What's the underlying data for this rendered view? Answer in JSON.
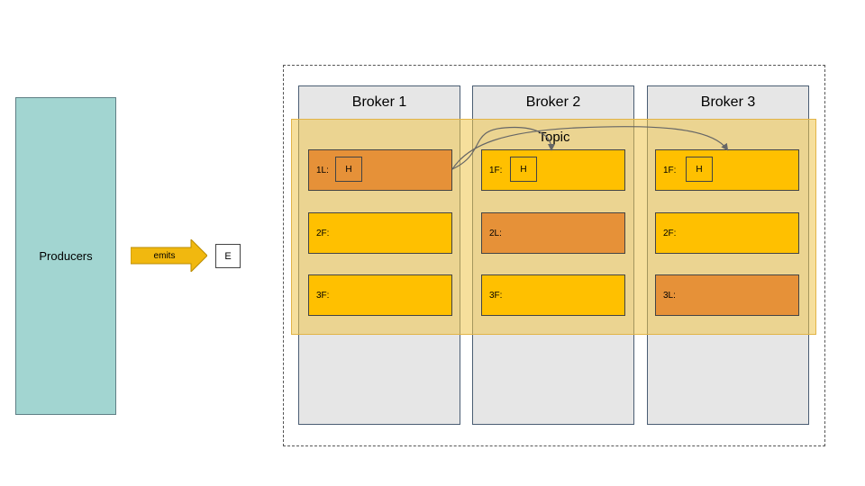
{
  "producers": {
    "label": "Producers"
  },
  "emits": {
    "label": "emits"
  },
  "event": {
    "label": "E"
  },
  "topic": {
    "label": "Topic"
  },
  "colors": {
    "producers": "#a2d5d1",
    "arrow": "#f1b80f",
    "broker_bg": "#e6e6e6",
    "topic_bg": "#efd58d",
    "leader": "#e69138",
    "follower": "#ffc000"
  },
  "brokers": [
    {
      "title": "Broker 1",
      "partitions": [
        {
          "label": "1L:",
          "role": "leader",
          "head": "H"
        },
        {
          "label": "2F:",
          "role": "follower",
          "head": ""
        },
        {
          "label": "3F:",
          "role": "follower",
          "head": ""
        }
      ]
    },
    {
      "title": "Broker 2",
      "partitions": [
        {
          "label": "1F:",
          "role": "follower",
          "head": "H"
        },
        {
          "label": "2L:",
          "role": "leader",
          "head": ""
        },
        {
          "label": "3F:",
          "role": "follower",
          "head": ""
        }
      ]
    },
    {
      "title": "Broker 3",
      "partitions": [
        {
          "label": "1F:",
          "role": "follower",
          "head": "H"
        },
        {
          "label": "2F:",
          "role": "follower",
          "head": ""
        },
        {
          "label": "3L:",
          "role": "leader",
          "head": ""
        }
      ]
    }
  ]
}
